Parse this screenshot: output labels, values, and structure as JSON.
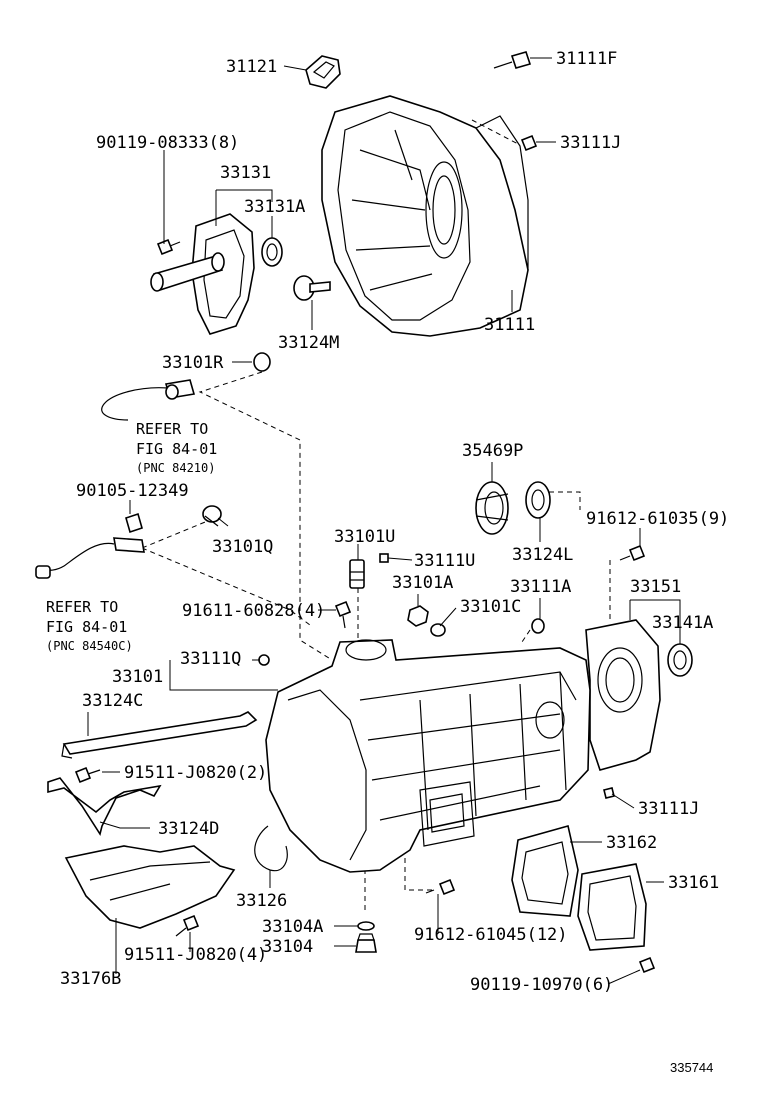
{
  "labels": {
    "p31121": "31121",
    "p31111F": "31111F",
    "p31111J_top": "33111J",
    "p90119_08333": "90119-08333(8)",
    "p33131": "33131",
    "p33131A": "33131A",
    "p31111": "31111",
    "p33124M": "33124M",
    "p33101R": "33101R",
    "p35469P": "35469P",
    "p90105_12349": "90105-12349",
    "p33101Q": "33101Q",
    "p33124L": "33124L",
    "p91612_61035": "91612-61035(9)",
    "p33101U": "33101U",
    "p33111U": "33111U",
    "p33101A": "33101A",
    "p33111A": "33111A",
    "p33151": "33151",
    "p91611_60828": "91611-60828(4)",
    "p33101C": "33101C",
    "p33141A": "33141A",
    "p33101": "33101",
    "p33111Q": "33111Q",
    "p33124C": "33124C",
    "p91511_J0820_2": "91511-J0820(2)",
    "p33111J_bottom": "33111J",
    "p33124D": "33124D",
    "p33162": "33162",
    "p33161": "33161",
    "p33126": "33126",
    "p33104A": "33104A",
    "p33104": "33104",
    "p91612_61045": "91612-61045(12)",
    "p91511_J0820_4": "91511-J0820(4)",
    "p33176B": "33176B",
    "p90119_10970": "90119-10970(6)"
  },
  "references": {
    "ref1_line1": "REFER TO",
    "ref1_line2": "FIG 84-01",
    "ref1_line3": "(PNC 84210)",
    "ref2_line1": "REFER TO",
    "ref2_line2": "FIG 84-01",
    "ref2_line3": "(PNC 84540C)"
  },
  "footer": {
    "diagram_number": "335744"
  }
}
